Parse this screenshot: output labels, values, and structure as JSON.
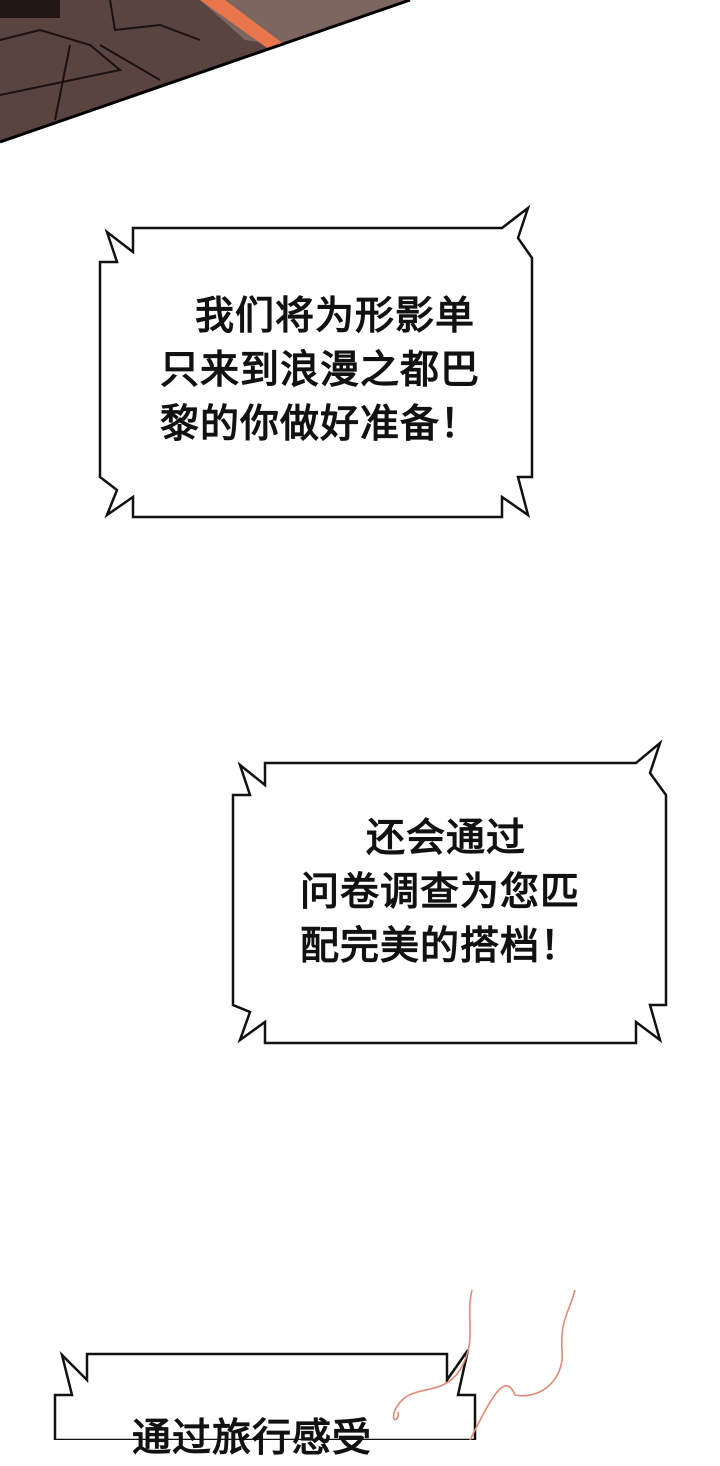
{
  "panel_top": {
    "scene": "room-interior-artwork",
    "colors": {
      "floor": "#5a4440",
      "glow": "#e8764a",
      "wall": "#7e6660"
    }
  },
  "bubbles": [
    {
      "lines": [
        "我们将为形影单",
        "只来到浪漫之都巴",
        "黎的你做好准备！"
      ]
    },
    {
      "lines": [
        "还会通过",
        "问卷调查为您匹",
        "配完美的搭档！"
      ]
    },
    {
      "lines": [
        "通过旅行感受"
      ]
    }
  ]
}
